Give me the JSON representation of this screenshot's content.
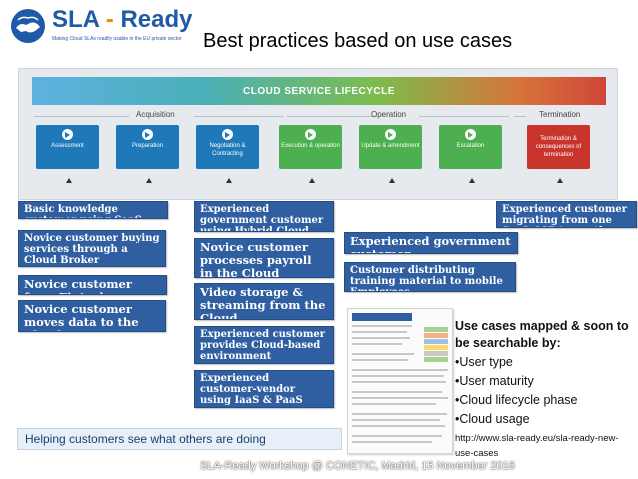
{
  "header": {
    "logo_text": "SLA",
    "logo_dash": " - ",
    "logo_text2": "Ready",
    "logo_tagline": "Making Cloud SLAs readily usable in the EU private sector",
    "title": "Best practices based on use cases"
  },
  "lifecycle": {
    "banner": "CLOUD SERVICE LIFECYCLE",
    "phases": [
      "Acquisition",
      "Operation",
      "Termination"
    ],
    "stages": [
      {
        "label": "Assessment",
        "color": "#1f79b8"
      },
      {
        "label": "Preparation",
        "color": "#1f79b8"
      },
      {
        "label": "Negotiation & Contracting",
        "color": "#1f79b8"
      },
      {
        "label": "Execution & operation",
        "color": "#4caf50"
      },
      {
        "label": "Update & amendment",
        "color": "#4caf50"
      },
      {
        "label": "Escalation",
        "color": "#4caf50"
      },
      {
        "label": "Termination & consequences of termination",
        "color": "#c9342d"
      }
    ]
  },
  "use_cases": [
    "Basic knowledge customer using SaaS",
    "Novice customer buying services through a Cloud Broker",
    "Novice customer from Fintech",
    "Novice customer moves data to the Cloud",
    "Experienced government customer using Hybrid Cloud",
    "Novice customer processes payroll in the Cloud",
    "Video storage & streaming from the Cloud",
    "Experienced customer provides Cloud-based environment",
    "Experienced customer-vendor using IaaS & PaaS",
    "Experienced government customer",
    "Customer distributing training material to mobile Employees",
    "Experienced customer migrating from one SaaS CSP to another"
  ],
  "info": {
    "heading": "Use cases mapped & soon to be searchable by:",
    "items": [
      "•User type",
      "•User maturity",
      "•Cloud lifecycle phase",
      "•Cloud usage"
    ],
    "url": "http://www.sla-ready.eu/sla-ready-new-use-cases"
  },
  "caption": "Helping customers see what others are doing",
  "footer": "SLA-Ready Workshop @ CONETIC, Madrid, 15 November 2016",
  "colors": {
    "brand_blue": "#1f5aa6",
    "use_case_blue": "#2f5fa0",
    "accent_orange": "#ef7f1a"
  }
}
